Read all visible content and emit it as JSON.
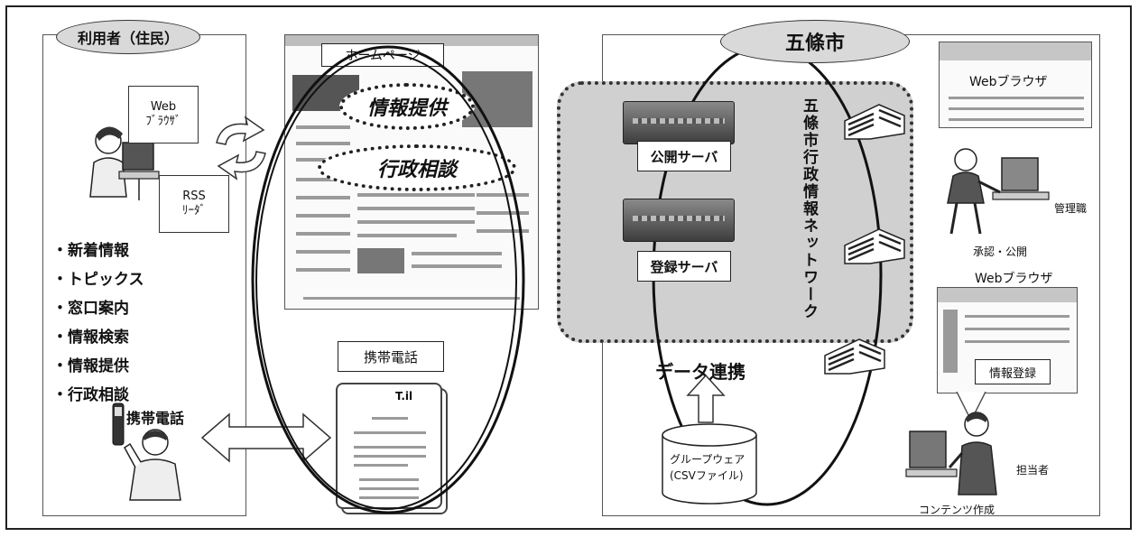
{
  "resident": {
    "title": "利用者（住民）",
    "web_browser_box": [
      "Web",
      "ﾌﾞﾗｳｻﾞ"
    ],
    "rss_reader_box": [
      "RSS",
      "ﾘｰﾀﾞ"
    ],
    "services": [
      "・新着情報",
      "・トピックス",
      "・窓口案内",
      "・情報検索",
      "・情報提供",
      "・行政相談"
    ],
    "mobile_label": "携帯電話"
  },
  "homepage": {
    "label": "ホームページ",
    "info_provision": "情報提供",
    "admin_consult": "行政相談"
  },
  "mobile": {
    "label": "携帯電話",
    "signal": "T.il"
  },
  "city": {
    "title": "五條市",
    "network_label": "五條市行政情報ネットワーク",
    "public_server": "公開サーバ",
    "registration_server": "登録サーバ",
    "data_link": "データ連携",
    "groupware": [
      "グループウェア",
      "(CSVファイル)"
    ],
    "web_browser_top": "Webブラウザ",
    "admin_label": "管理職",
    "approve_label": "承認・公開",
    "web_browser_mid": "Webブラウザ",
    "info_register": "情報登録",
    "staff_label": "担当者",
    "content_create": "コンテンツ作成"
  }
}
